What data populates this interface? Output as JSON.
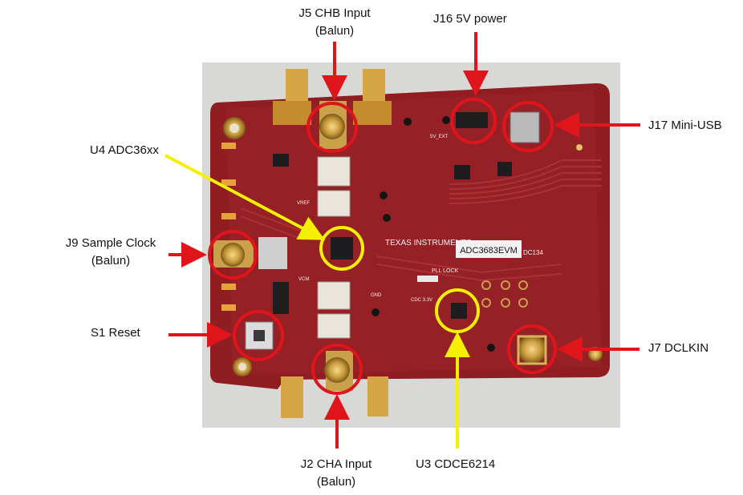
{
  "board": {
    "brand": "TEXAS INSTRUMENTS",
    "model": "ADC3683EVM",
    "code": "DC134",
    "silk_pll": "PLL LOCK",
    "silk_cdc": "CDC 3.3V",
    "silk_gnd": "GND",
    "silk_vcm": "VCM",
    "silk_vref": "VREF",
    "silk_5v": "5V_EXT"
  },
  "callouts": {
    "j5": {
      "line1": "J5 CHB Input",
      "line2": "(Balun)"
    },
    "j16": {
      "line1": "J16 5V power"
    },
    "j17": {
      "line1": "J17 Mini-USB"
    },
    "u4": {
      "line1": "U4 ADC36xx"
    },
    "j9": {
      "line1": "J9 Sample Clock",
      "line2": "(Balun)"
    },
    "s1": {
      "line1": "S1 Reset"
    },
    "j7": {
      "line1": "J7 DCLKIN"
    },
    "j2": {
      "line1": "J2 CHA Input",
      "line2": "(Balun)"
    },
    "u3": {
      "line1": "U3 CDCE6214"
    }
  },
  "colors": {
    "arrow_red": "#e0141b",
    "arrow_yellow": "#f4f000",
    "pcb": "#8f1d22",
    "backdrop": "#d8d8d6"
  }
}
